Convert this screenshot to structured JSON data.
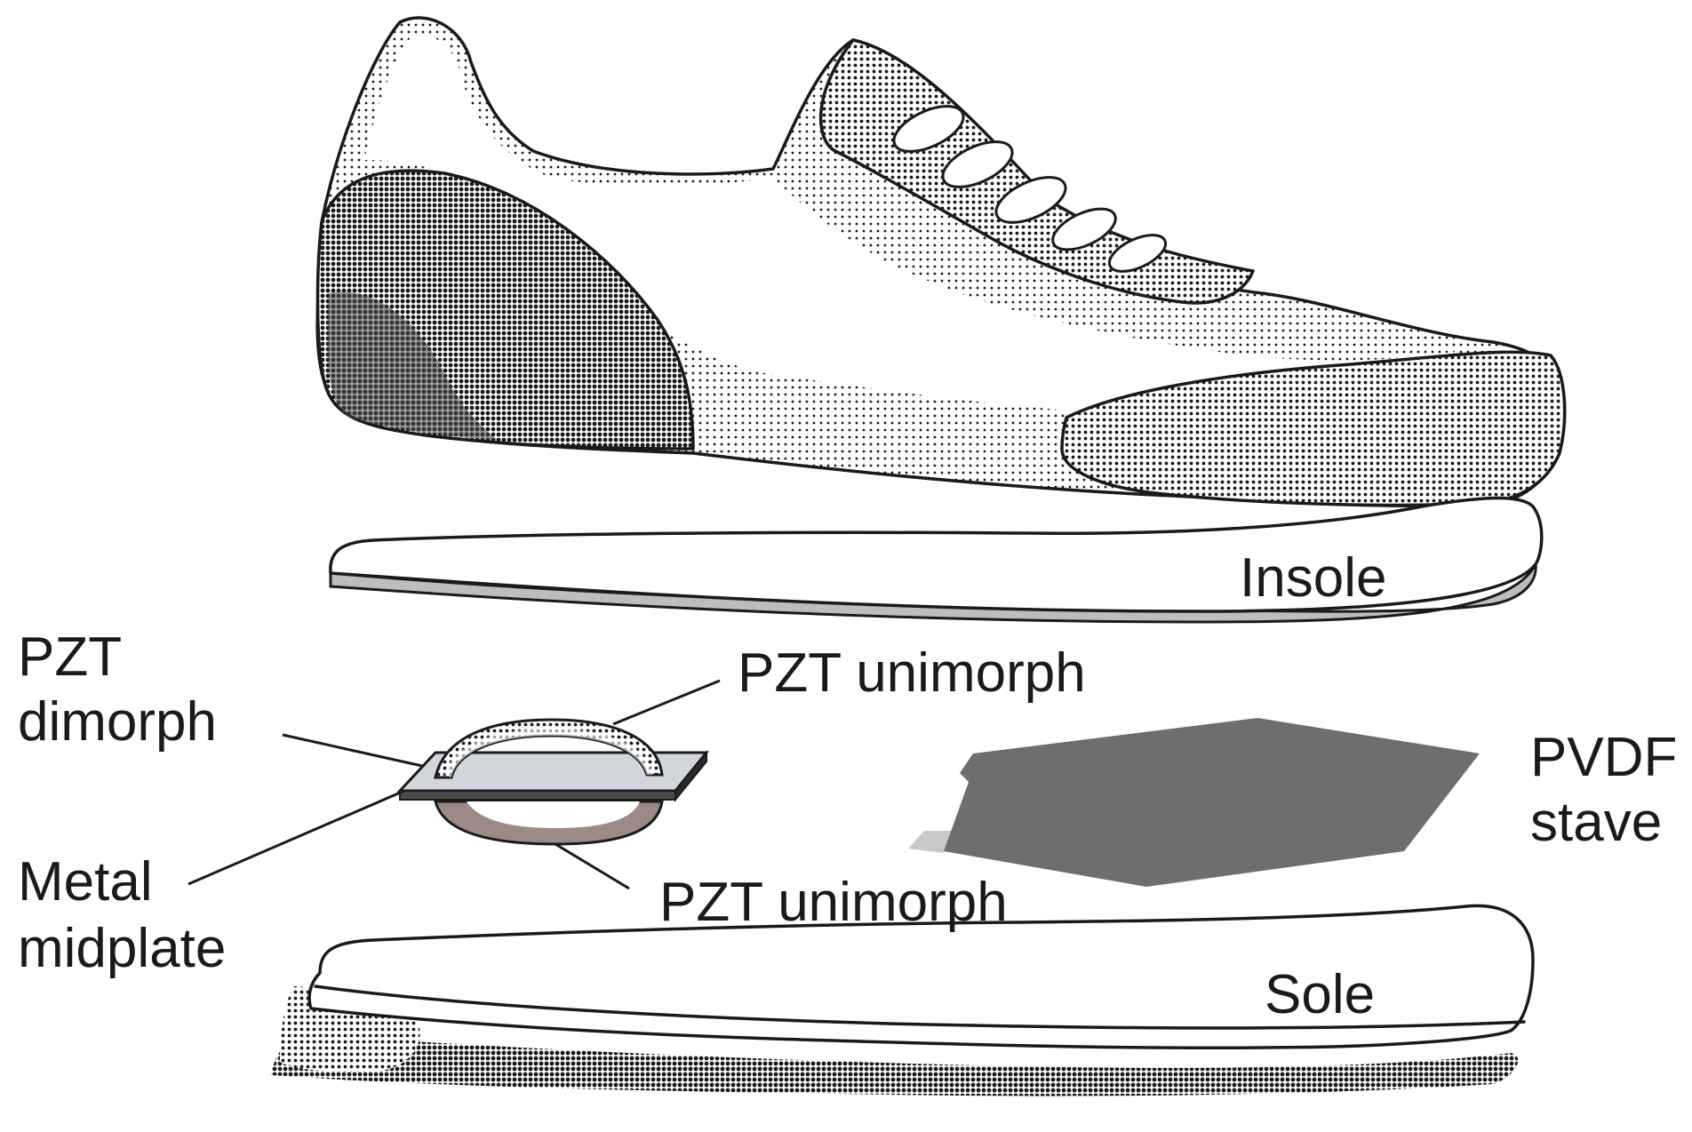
{
  "labels": {
    "insole": "Insole",
    "sole": "Sole",
    "pzt_dimorph_line1": "PZT",
    "pzt_dimorph_line2": "dimorph",
    "pzt_unimorph_top": "PZT unimorph",
    "pzt_unimorph_bottom": "PZT unimorph",
    "metal_midplate_line1": "Metal",
    "metal_midplate_line2": "midplate",
    "pvdf_stave_line1": "PVDF",
    "pvdf_stave_line2": "stave"
  },
  "colors": {
    "ink": "#1a1a1a",
    "pvdf": "#6e6e6e",
    "pvdf_tab": "#c8c8c8",
    "insole_edge": "#bdbdbd",
    "midplate": "#d2d6dc",
    "dark_heel": "#4a4a4a",
    "mid_gray": "#8a8a8a",
    "unimorph_lower": "#9b8a86"
  }
}
